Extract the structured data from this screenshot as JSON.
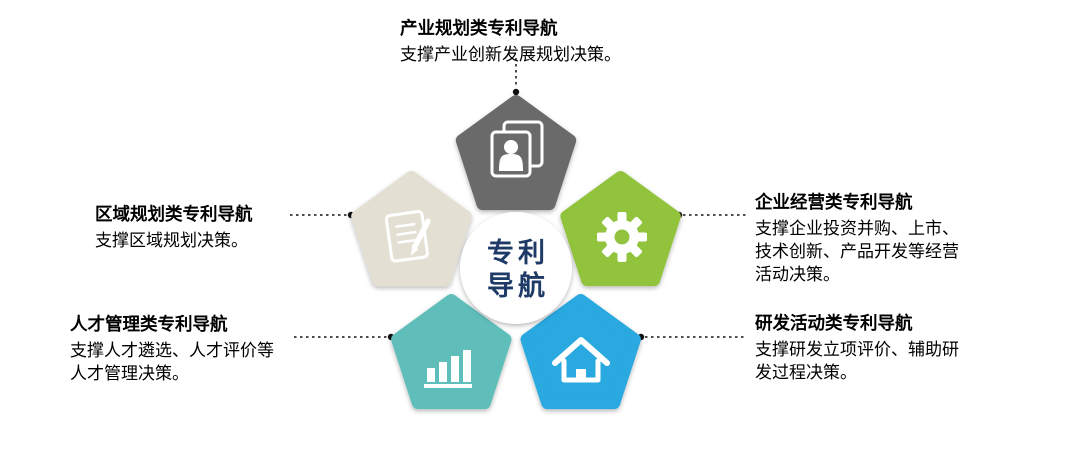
{
  "center": {
    "line1": "专利",
    "line2": "导航",
    "text_color": "#1e3a66"
  },
  "nodes": [
    {
      "id": "industry-planning",
      "title": "产业规划类专利导航",
      "desc": "支撑产业创新发展规划决策。",
      "color": "#696a69",
      "icon": "id-photo-icon"
    },
    {
      "id": "region-planning",
      "title": "区域规划类专利导航",
      "desc": "支撑区域规划决策。",
      "color": "#e3dfd3",
      "icon": "document-pen-icon"
    },
    {
      "id": "talent-management",
      "title": "人才管理类专利导航",
      "desc": "支撑人才遴选、人才评价等人才管理决策。",
      "color": "#5fbeb9",
      "icon": "bar-chart-icon"
    },
    {
      "id": "enterprise-operation",
      "title": "企业经营类专利导航",
      "desc": "支撑企业投资并购、上市、技术创新、产品开发等经营活动决策。",
      "color": "#92c33e",
      "icon": "gear-icon"
    },
    {
      "id": "rnd-activity",
      "title": "研发活动类专利导航",
      "desc": "支撑研发立项评价、辅助研发过程决策。",
      "color": "#29a8e0",
      "icon": "house-icon"
    }
  ],
  "connector_color": "#111111"
}
